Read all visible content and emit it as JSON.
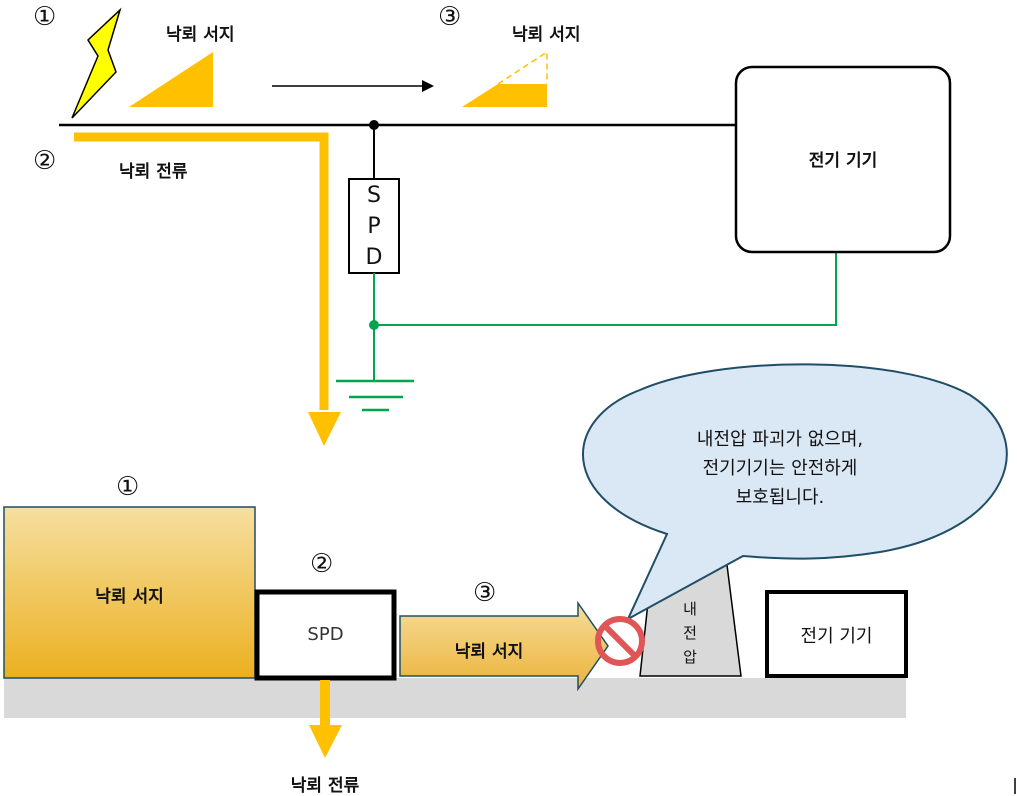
{
  "top_circuit": {
    "step_markers": [
      "①",
      "②",
      "③"
    ],
    "surge_label_1": "낙뢰 서지",
    "current_label": "낙뢰 전류",
    "surge_label_3": "낙뢰 서지",
    "spd_letters": [
      "S",
      "P",
      "D"
    ],
    "device_label": "전기 기기"
  },
  "bottom_flow": {
    "step_markers": [
      "①",
      "②",
      "③"
    ],
    "surge_block_label": "낙뢰 서지",
    "spd_label": "SPD",
    "residual_surge_label": "낙뢰 서지",
    "current_label": "낙뢰 전류",
    "withstand_letters": [
      "내",
      "전",
      "압"
    ],
    "device_label": "전기 기기",
    "speech_bubble_lines": [
      "내전압 파괴가 없으며,",
      "전기기기는 안전하게",
      "보호됩니다."
    ]
  },
  "colors": {
    "surge_yellow": "#FFC000",
    "bolt_yellow": "#FFFF00",
    "ground_green": "#00A550",
    "bubble_fill": "#DAE7F5",
    "bubble_stroke": "#1F4E66",
    "prohibit_red": "#E05555",
    "floor_gray": "#D9D9D9",
    "withstand_gray": "#D9D9D9"
  }
}
